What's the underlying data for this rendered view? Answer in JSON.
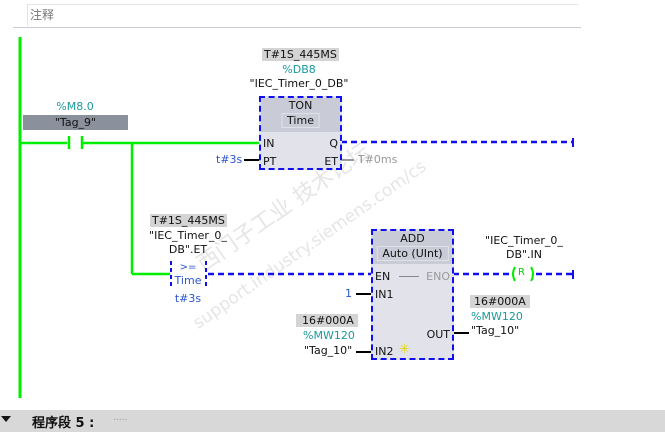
{
  "comment": {
    "label": "注释"
  },
  "contact": {
    "address": "%M8.0",
    "tag": "\"Tag_9\""
  },
  "ton": {
    "live_value": "T#1S_445MS",
    "db_address": "%DB8",
    "instance": "\"IEC_Timer_0_DB\"",
    "name": "TON",
    "type": "Time",
    "pins": {
      "in": "IN",
      "pt": "PT",
      "q": "Q",
      "et": "ET"
    },
    "pt_value": "t#3s",
    "et_value": "T#0ms"
  },
  "compare": {
    "live_value": "T#1S_445MS",
    "operand_line1": "\"IEC_Timer_0_",
    "operand_line2": "DB\".ET",
    "operator": ">=",
    "type": "Time",
    "operand2": "t#3s"
  },
  "add": {
    "name": "ADD",
    "type": "Auto (UInt)",
    "pins": {
      "en": "EN",
      "eno": "ENO",
      "in1": "IN1",
      "in2": "IN2",
      "out": "OUT"
    },
    "in1_value": "1",
    "in2": {
      "live_value": "16#000A",
      "address": "%MW120",
      "tag": "\"Tag_10\""
    },
    "out": {
      "live_value": "16#000A",
      "address": "%MW120",
      "tag": "\"Tag_10\""
    }
  },
  "coil": {
    "symbol": "R",
    "operand_line1": "\"IEC_Timer_0_",
    "operand_line2": "DB\".IN"
  },
  "network": {
    "title": "程序段 5 :",
    "comment_placeholder": "....."
  },
  "watermark": {
    "line1": "西门子工业  技术论坛",
    "line2": "support.industry.siemens.com/cs"
  },
  "colors": {
    "powerflow": "#00ee00",
    "dashed": "#1010ee",
    "block_bg": "#e2e3ea"
  }
}
